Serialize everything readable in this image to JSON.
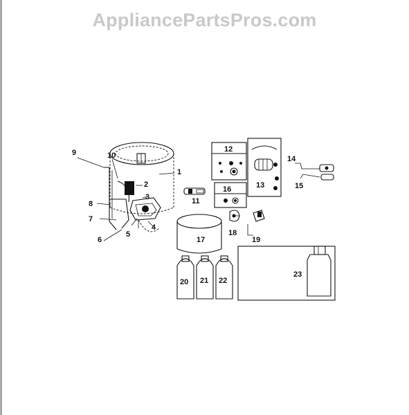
{
  "watermark": "AppliancePartsPros.com",
  "callouts": [
    "1",
    "2",
    "3",
    "4",
    "5",
    "6",
    "7",
    "8",
    "9",
    "10",
    "11",
    "12",
    "13",
    "14",
    "15",
    "16",
    "17",
    "18",
    "19",
    "20",
    "21",
    "22",
    "23"
  ],
  "colors": {
    "ink": "#111111",
    "watermark": "#c9c9c9",
    "background": "#ffffff"
  }
}
